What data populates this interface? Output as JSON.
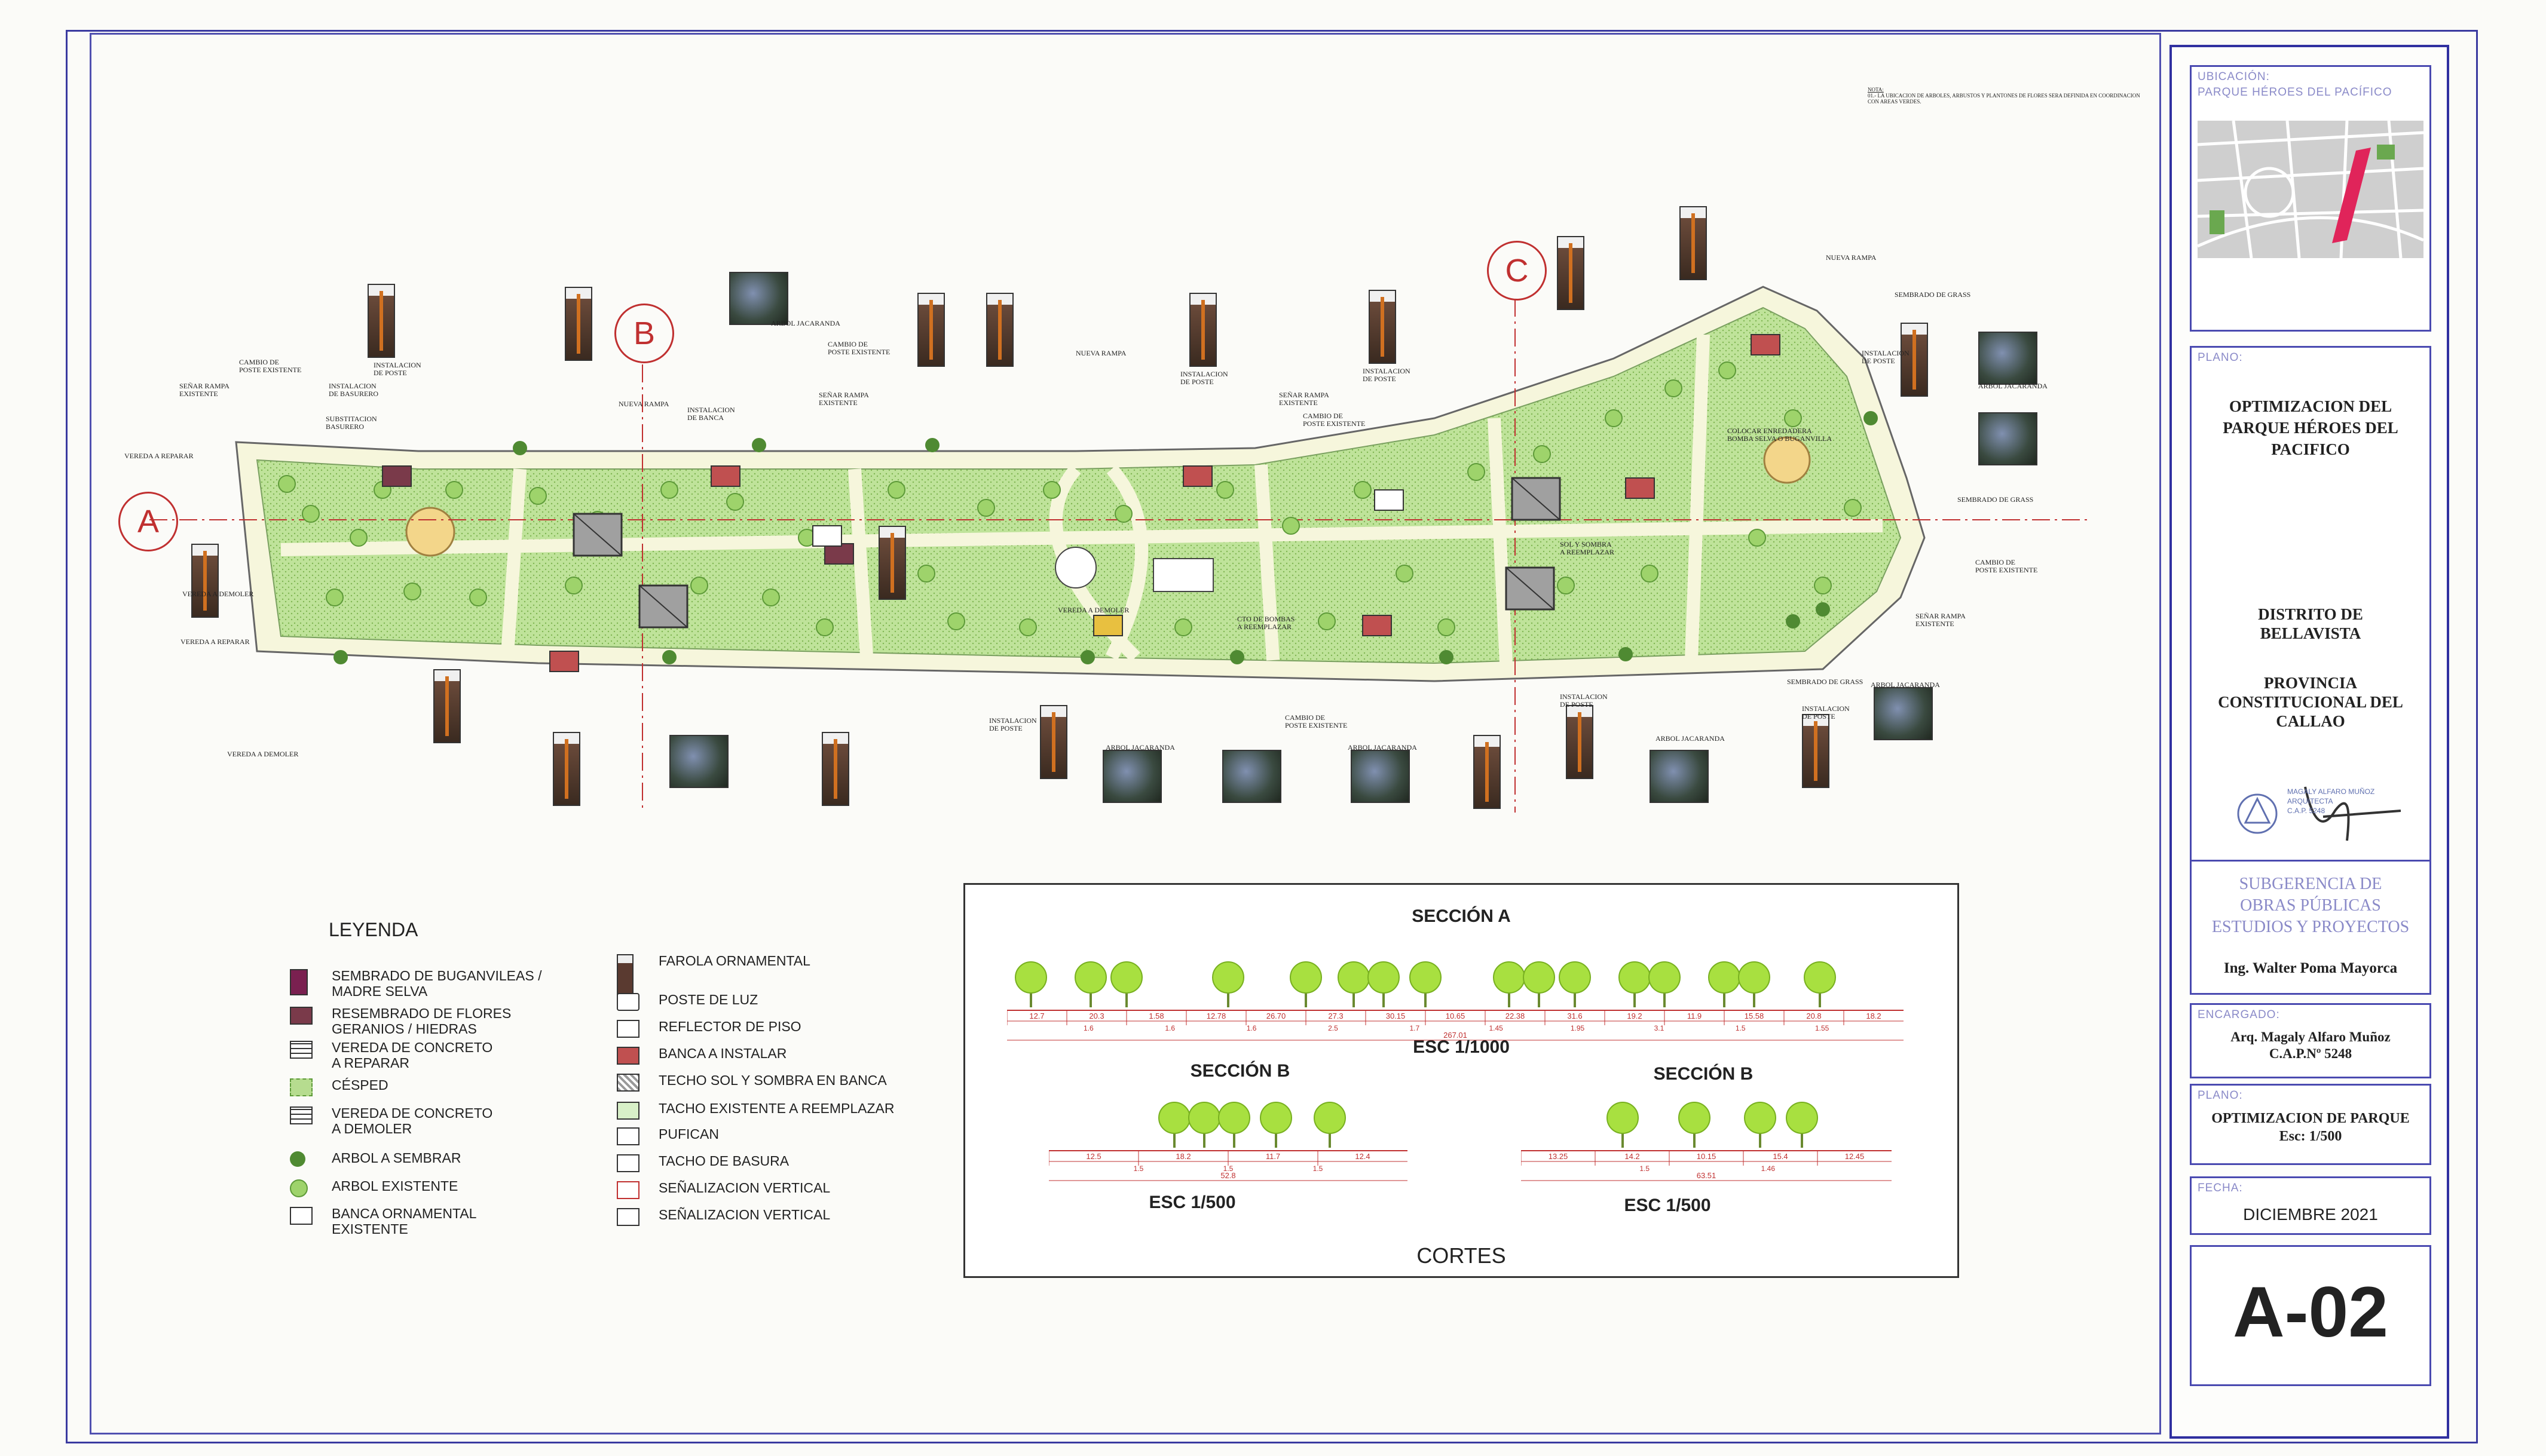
{
  "note": {
    "header": "NOTA:",
    "text": "01.- LA UBICACION DE ARBOLES, ARBUSTOS Y PLANTONES DE FLORES SERA DEFINIDA EN COORDINACION CON AREAS VERDES."
  },
  "axes": [
    "A",
    "B",
    "C"
  ],
  "plan_labels": [
    {
      "text": "VEREDA A REPARAR"
    },
    {
      "text": "VEREDA A DEMOLER"
    },
    {
      "text": "VEREDA A REPARAR"
    },
    {
      "text": "VEREDA A DEMOLER"
    },
    {
      "text": "CAMBIO DE\nPOSTE EXISTENTE"
    },
    {
      "text": "SEÑAR RAMPA\nEXISTENTE"
    },
    {
      "text": "INSTALACION\nDE BASURERO"
    },
    {
      "text": "SUBSTITACION\nBASURERO"
    },
    {
      "text": "INSTALACION\nDE POSTE"
    },
    {
      "text": "NUEVA RAMPA"
    },
    {
      "text": "ARBOL JACARANDA"
    },
    {
      "text": "SEÑAR RAMPA\nEXISTENTE"
    },
    {
      "text": "INSTALACION\nDE BANCA"
    },
    {
      "text": "CAMBIO DE\nPOSTE EXISTENTE"
    },
    {
      "text": "NUEVA RAMPA"
    },
    {
      "text": "INSTALACION\nDE POSTE"
    },
    {
      "text": "SEÑAR RAMPA\nEXISTENTE"
    },
    {
      "text": "CAMBIO DE\nPOSTE EXISTENTE"
    },
    {
      "text": "INSTALACION\nDE POSTE"
    },
    {
      "text": "NUEVA RAMPA"
    },
    {
      "text": "SEMBRADO DE GRASS"
    },
    {
      "text": "INSTALACION\nDE POSTE"
    },
    {
      "text": "ARBOL JACARANDA"
    },
    {
      "text": "COLOCAR ENREDADERA\nBOMBA SELVA O BUGANVILLA"
    },
    {
      "text": "SEMBRADO DE GRASS"
    },
    {
      "text": "CAMBIO DE\nPOSTE EXISTENTE"
    },
    {
      "text": "SEÑAR RAMPA\nEXISTENTE"
    },
    {
      "text": "SEMBRADO DE GRASS"
    },
    {
      "text": "ARBOL JACARANDA"
    },
    {
      "text": "VEREDA A DEMOLER"
    },
    {
      "text": "CTO DE BOMBAS\nA REEMPLAZAR"
    },
    {
      "text": "ARBOL JACARANDA"
    },
    {
      "text": "INSTALACION\nDE POSTE"
    },
    {
      "text": "CAMBIO DE\nPOSTE EXISTENTE"
    },
    {
      "text": "ARBOL JACARANDA"
    },
    {
      "text": "SOL Y SOMBRA\nA REEMPLAZAR"
    },
    {
      "text": "INSTALACION\nDE POSTE"
    },
    {
      "text": "ARBOL JACARANDA"
    },
    {
      "text": "INSTALACION\nDE POSTE"
    }
  ],
  "legend": {
    "title": "LEYENDA",
    "left": [
      {
        "label": "SEMBRADO DE BUGANVILEAS /\nMADRE SELVA",
        "icon": "buganvilla-icon"
      },
      {
        "label": "RESEMBRADO DE FLORES\nGERANIOS / HIEDRAS",
        "icon": "flores-icon"
      },
      {
        "label": "VEREDA DE CONCRETO\nA REPARAR",
        "icon": "vereda-reparar-icon"
      },
      {
        "label": "CÉSPED",
        "icon": "cesped-icon"
      },
      {
        "label": "VEREDA DE CONCRETO\nA DEMOLER",
        "icon": "vereda-demoler-icon"
      },
      {
        "label": "ARBOL A SEMBRAR",
        "icon": "tree-new-icon"
      },
      {
        "label": "ARBOL EXISTENTE",
        "icon": "tree-existing-icon"
      },
      {
        "label": "BANCA ORNAMENTAL\nEXISTENTE",
        "icon": "bench-existing-icon"
      }
    ],
    "right": [
      {
        "label": "FAROLA ORNAMENTAL",
        "icon": "farola-icon"
      },
      {
        "label": "POSTE DE LUZ",
        "icon": "poste-icon"
      },
      {
        "label": "REFLECTOR DE PISO",
        "icon": "reflector-icon"
      },
      {
        "label": "BANCA A INSTALAR",
        "icon": "banca-icon"
      },
      {
        "label": "TECHO SOL Y SOMBRA EN BANCA",
        "icon": "techo-icon"
      },
      {
        "label": "TACHO EXISTENTE A REEMPLAZAR",
        "icon": "tacho-existente-icon"
      },
      {
        "label": "PUFICAN",
        "icon": "pufican-icon"
      },
      {
        "label": "TACHO DE BASURA",
        "icon": "tacho-icon"
      },
      {
        "label": "SEÑALIZACION VERTICAL",
        "icon": "senal-icon"
      },
      {
        "label": "SEÑALIZACION VERTICAL",
        "icon": "senal-blank-icon"
      }
    ]
  },
  "cortes": {
    "title": "CORTES",
    "section_a": {
      "title": "SECCIÓN A",
      "scale": "ESC 1/1000",
      "dims": [
        "12.7",
        "20.3",
        "1.58",
        "12.78",
        "26.70",
        "27.3",
        "30.15",
        "10.65",
        "22.38",
        "31.6",
        "19.2",
        "11.9",
        "15.58",
        "20.8",
        "18.2"
      ],
      "subdims": [
        "1.6",
        "1.6",
        "1.6",
        "2.5",
        "1.7",
        "1.45",
        "1.95",
        "3.1",
        "1.5",
        "1.55"
      ],
      "total": "267.01"
    },
    "section_b1": {
      "title": "SECCIÓN B",
      "scale": "ESC 1/500",
      "dims": [
        "12.5",
        "18.2",
        "11.7",
        "12.4"
      ],
      "subdims": [
        "1.5",
        "1.5",
        "1.5"
      ],
      "total": "52.8"
    },
    "section_b2": {
      "title": "SECCIÓN B",
      "scale": "ESC 1/500",
      "dims": [
        "13.25",
        "14.2",
        "10.15",
        "15.4",
        "12.45"
      ],
      "subdims": [
        "1.5",
        "1.46"
      ],
      "total": "63.51"
    }
  },
  "title_block": {
    "ubicacion_label": "UBICACIÓN:",
    "ubicacion_value": "PARQUE HÉROES DEL PACÍFICO",
    "plano_label": "PLANO:",
    "plano_title": "OPTIMIZACION DEL\nPARQUE HÉROES DEL\nPACIFICO",
    "distrito": "DISTRITO DE\nBELLAVISTA",
    "provincia": "PROVINCIA\nCONSTITUCIONAL DEL\nCALLAO",
    "stamp_text": "MAGALY ALFARO MUÑOZ\nARQUITECTA\nC.A.P. 5248",
    "subgerencia": "SUBGERENCIA DE\nOBRAS PÚBLICAS\nESTUDIOS Y PROYECTOS",
    "ingeniero": "Ing. Walter Poma Mayorca",
    "encargado_label": "ENCARGADO:",
    "encargado": "Arq. Magaly Alfaro Muñoz\nC.A.P.Nº 5248",
    "plano2_label": "PLANO:",
    "plano2": "OPTIMIZACION DE PARQUE\nEsc: 1/500",
    "fecha_label": "FECHA:",
    "fecha": "DICIEMBRE 2021",
    "sheet_number": "A-02"
  },
  "colors": {
    "frame": "#3a3aa0",
    "grass": "#b6dc8f",
    "grass_dark": "#8cc060",
    "walk": "#f4f4d8",
    "axis": "#c03030",
    "tree": "#9ad03a"
  }
}
